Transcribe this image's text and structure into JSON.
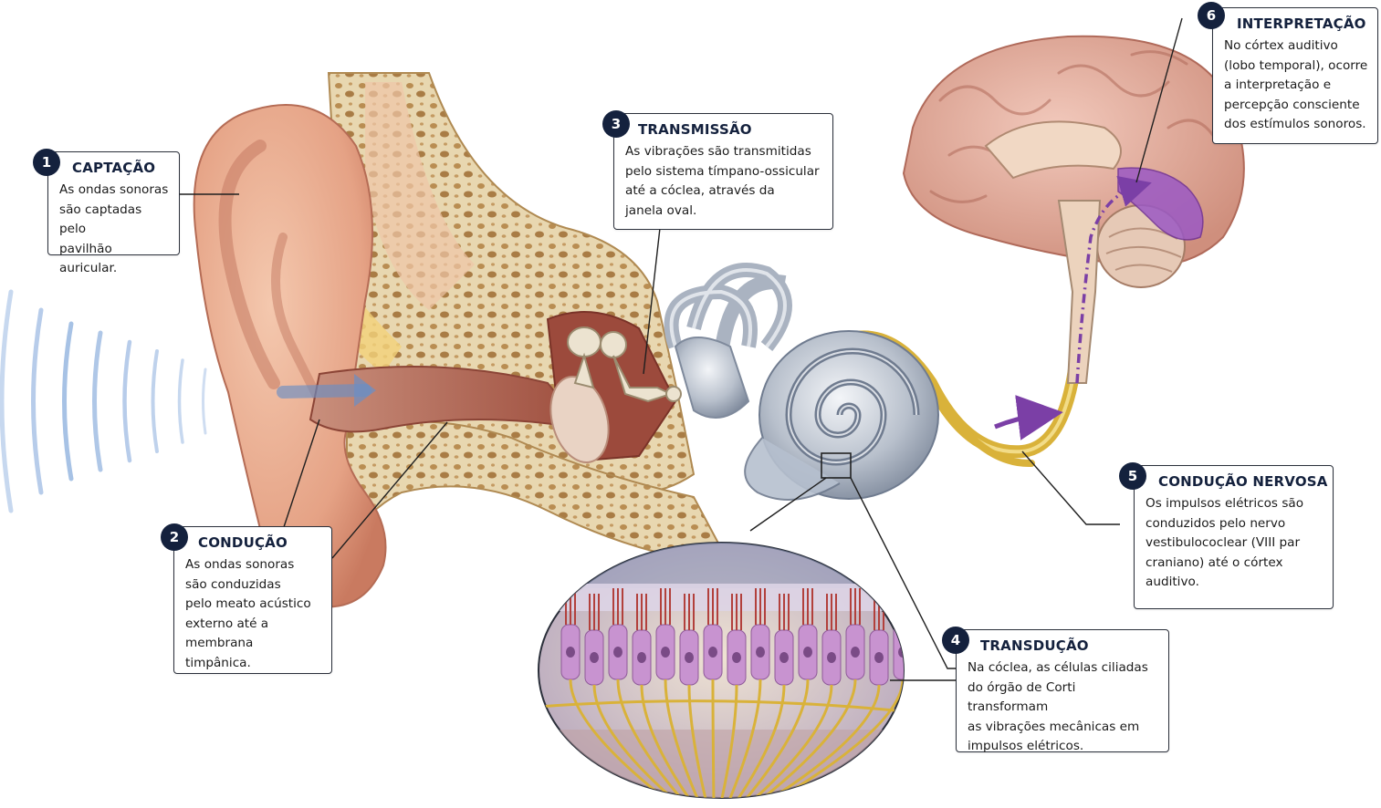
{
  "colors": {
    "badge": "#14213d",
    "skin": "#e8a98a",
    "bone": "#e9d9b3",
    "nerve": "#d9b23a",
    "cochlea": "#b9c2cf",
    "brain": "#e3ac9c",
    "auditory_cortex": "#9b59c4",
    "hair_cells": "#c893d0"
  },
  "steps": [
    {
      "number": "1",
      "title": "CAPTAÇÃO",
      "body": "As ondas sonoras\nsão captadas pelo\npavilhão auricular."
    },
    {
      "number": "2",
      "title": "CONDUÇÃO",
      "body": "As ondas sonoras\nsão conduzidas\npelo meato acústico\nexterno até a\nmembrana timpânica."
    },
    {
      "number": "3",
      "title": "TRANSMISSÃO",
      "body": "As vibrações são transmitidas\npelo sistema tímpano-ossicular\naté a cóclea, através da\njanela oval."
    },
    {
      "number": "4",
      "title": "TRANSDUÇÃO",
      "body": "Na cóclea, as células ciliadas\ndo órgão de Corti transformam\nas vibrações mecânicas em\nimpulsos elétricos."
    },
    {
      "number": "5",
      "title": "CONDUÇÃO NERVOSA",
      "body": "Os impulsos elétricos são\nconduzidos pelo nervo\nvestibulococlear (VIII par\ncraniano) até o córtex\nauditivo."
    },
    {
      "number": "6",
      "title": "INTERPRETAÇÃO",
      "body": "No córtex auditivo\n(lobo temporal), ocorre\na interpretação e\npercepção consciente\ndos estímulos sonoros."
    }
  ],
  "illustration": {
    "parts": [
      "sound-waves",
      "outer-ear",
      "ear-canal",
      "eardrum",
      "ossicles",
      "semicircular-canals",
      "cochlea",
      "vestibulocochlear-nerve",
      "organ-of-corti-magnified",
      "brain",
      "auditory-cortex"
    ]
  }
}
